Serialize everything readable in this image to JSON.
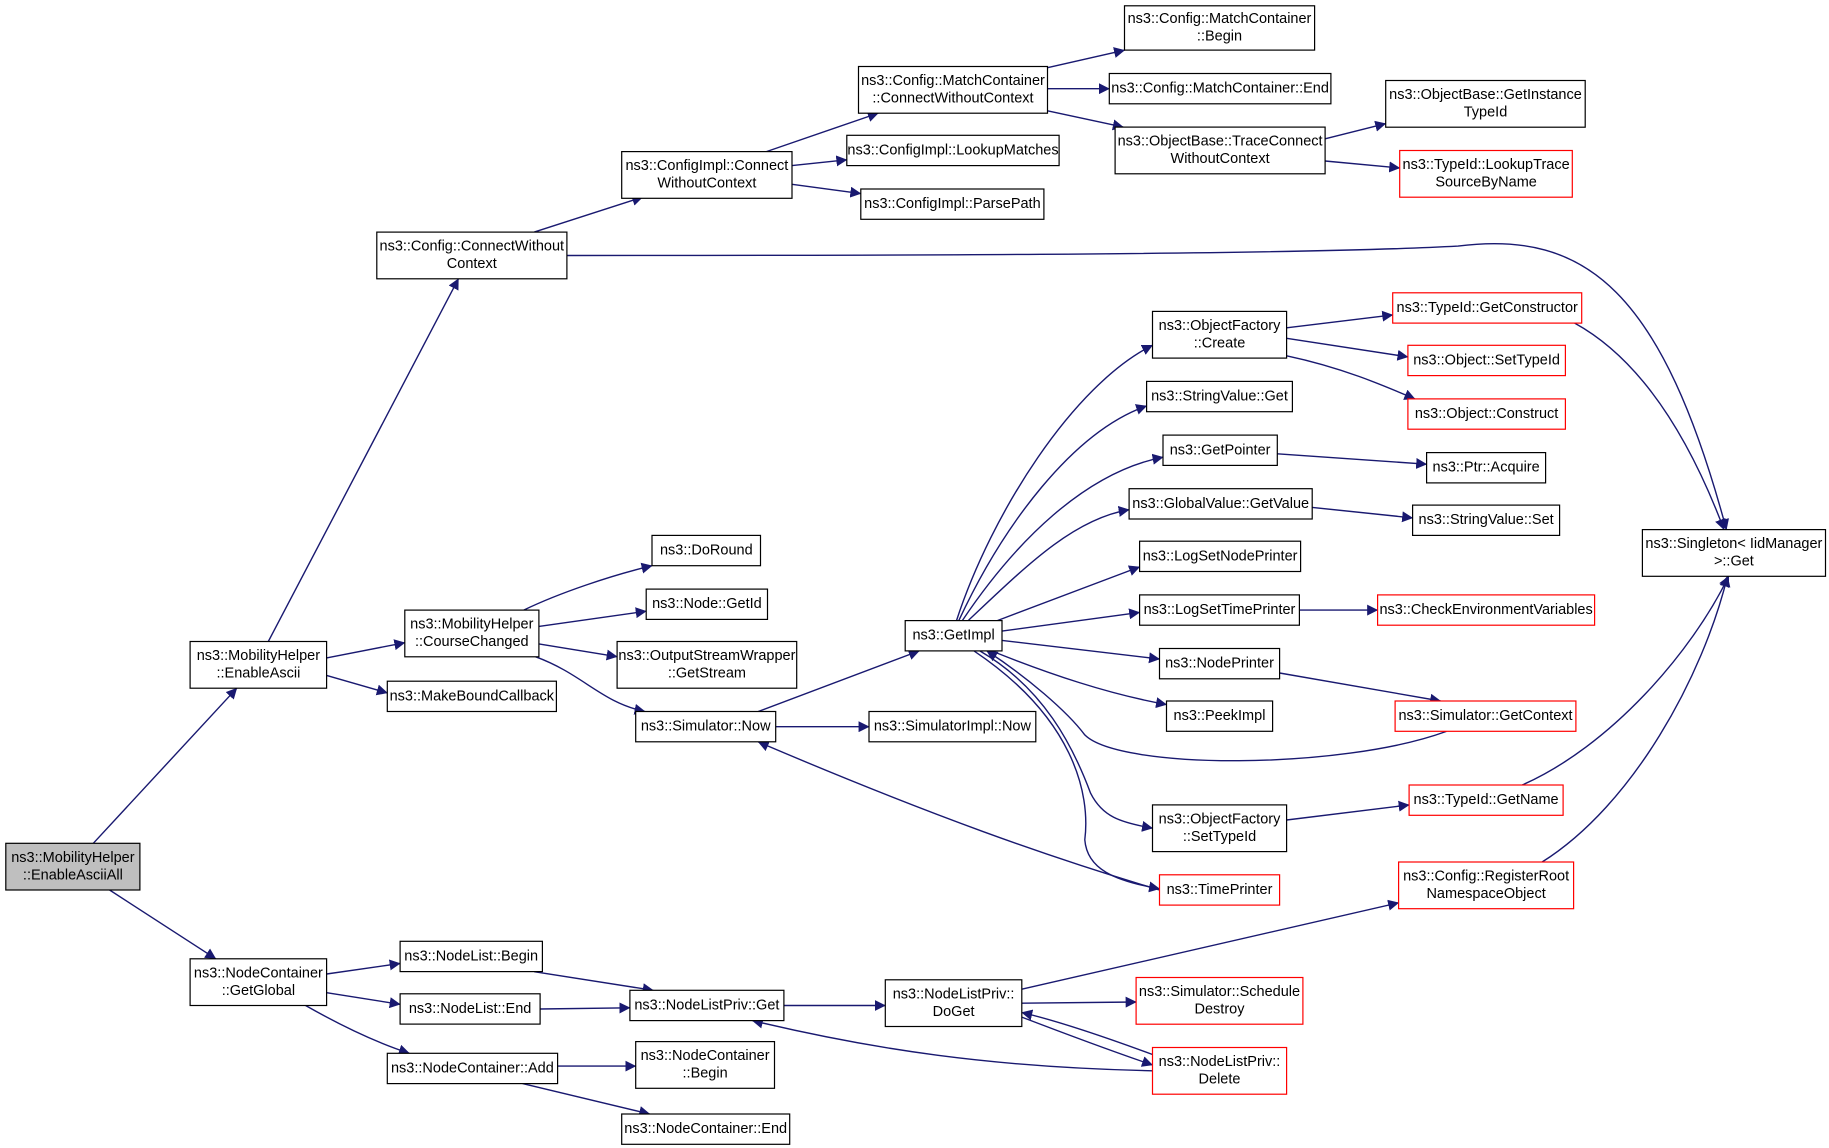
{
  "colors": {
    "edge": "#191970",
    "border_default": "#000000",
    "border_truncated": "#ff0000",
    "root_fill": "#bfbfbf",
    "node_fill": "#ffffff"
  },
  "nodes": [
    {
      "id": "root",
      "lines": [
        "ns3::MobilityHelper",
        "::EnableAsciiAll"
      ],
      "style": "root"
    },
    {
      "id": "enableAscii",
      "lines": [
        "ns3::MobilityHelper",
        "::EnableAscii"
      ],
      "style": "normal"
    },
    {
      "id": "getGlobal",
      "lines": [
        "ns3::NodeContainer",
        "::GetGlobal"
      ],
      "style": "normal"
    },
    {
      "id": "configConnect",
      "lines": [
        "ns3::Config::ConnectWithout",
        "Context"
      ],
      "style": "normal"
    },
    {
      "id": "courseChanged",
      "lines": [
        "ns3::MobilityHelper",
        "::CourseChanged"
      ],
      "style": "normal"
    },
    {
      "id": "makeBound",
      "lines": [
        "ns3::MakeBoundCallback"
      ],
      "style": "normal"
    },
    {
      "id": "implConnect",
      "lines": [
        "ns3::ConfigImpl::Connect",
        "WithoutContext"
      ],
      "style": "normal"
    },
    {
      "id": "lookupMatches",
      "lines": [
        "ns3::ConfigImpl::LookupMatches"
      ],
      "style": "normal"
    },
    {
      "id": "parsePath",
      "lines": [
        "ns3::ConfigImpl::ParsePath"
      ],
      "style": "normal"
    },
    {
      "id": "mcConnect",
      "lines": [
        "ns3::Config::MatchContainer",
        "::ConnectWithoutContext"
      ],
      "style": "normal"
    },
    {
      "id": "mcBegin",
      "lines": [
        "ns3::Config::MatchContainer",
        "::Begin"
      ],
      "style": "normal"
    },
    {
      "id": "mcEnd",
      "lines": [
        "ns3::Config::MatchContainer::End"
      ],
      "style": "normal"
    },
    {
      "id": "traceConnect",
      "lines": [
        "ns3::ObjectBase::TraceConnect",
        "WithoutContext"
      ],
      "style": "normal"
    },
    {
      "id": "getInstance",
      "lines": [
        "ns3::ObjectBase::GetInstance",
        "TypeId"
      ],
      "style": "normal"
    },
    {
      "id": "lookupTrace",
      "lines": [
        "ns3::TypeId::LookupTrace",
        "SourceByName"
      ],
      "style": "truncated"
    },
    {
      "id": "singleton",
      "lines": [
        "ns3::Singleton< IidManager",
        ">::Get"
      ],
      "style": "normal"
    },
    {
      "id": "doRound",
      "lines": [
        "ns3::DoRound"
      ],
      "style": "normal"
    },
    {
      "id": "nodeGetId",
      "lines": [
        "ns3::Node::GetId"
      ],
      "style": "normal"
    },
    {
      "id": "getStream",
      "lines": [
        "ns3::OutputStreamWrapper",
        "::GetStream"
      ],
      "style": "normal"
    },
    {
      "id": "simNow",
      "lines": [
        "ns3::Simulator::Now"
      ],
      "style": "normal"
    },
    {
      "id": "simImplNow",
      "lines": [
        "ns3::SimulatorImpl::Now"
      ],
      "style": "normal"
    },
    {
      "id": "getImpl",
      "lines": [
        "ns3::GetImpl"
      ],
      "style": "normal"
    },
    {
      "id": "ofCreate",
      "lines": [
        "ns3::ObjectFactory",
        "::Create"
      ],
      "style": "normal"
    },
    {
      "id": "svGet",
      "lines": [
        "ns3::StringValue::Get"
      ],
      "style": "normal"
    },
    {
      "id": "getPointer",
      "lines": [
        "ns3::GetPointer"
      ],
      "style": "normal"
    },
    {
      "id": "gvGetValue",
      "lines": [
        "ns3::GlobalValue::GetValue"
      ],
      "style": "normal"
    },
    {
      "id": "logSetNode",
      "lines": [
        "ns3::LogSetNodePrinter"
      ],
      "style": "normal"
    },
    {
      "id": "logSetTime",
      "lines": [
        "ns3::LogSetTimePrinter"
      ],
      "style": "normal"
    },
    {
      "id": "nodePrinter",
      "lines": [
        "ns3::NodePrinter"
      ],
      "style": "normal"
    },
    {
      "id": "peekImpl",
      "lines": [
        "ns3::PeekImpl"
      ],
      "style": "normal"
    },
    {
      "id": "ofSetTypeId",
      "lines": [
        "ns3::ObjectFactory",
        "::SetTypeId"
      ],
      "style": "normal"
    },
    {
      "id": "timePrinter",
      "lines": [
        "ns3::TimePrinter"
      ],
      "style": "truncated"
    },
    {
      "id": "getConstructor",
      "lines": [
        "ns3::TypeId::GetConstructor"
      ],
      "style": "truncated"
    },
    {
      "id": "objSetTypeId",
      "lines": [
        "ns3::Object::SetTypeId"
      ],
      "style": "truncated"
    },
    {
      "id": "objConstruct",
      "lines": [
        "ns3::Object::Construct"
      ],
      "style": "truncated"
    },
    {
      "id": "ptrAcquire",
      "lines": [
        "ns3::Ptr::Acquire"
      ],
      "style": "normal"
    },
    {
      "id": "svSet",
      "lines": [
        "ns3::StringValue::Set"
      ],
      "style": "normal"
    },
    {
      "id": "checkEnv",
      "lines": [
        "ns3::CheckEnvironmentVariables"
      ],
      "style": "truncated"
    },
    {
      "id": "simGetContext",
      "lines": [
        "ns3::Simulator::GetContext"
      ],
      "style": "truncated"
    },
    {
      "id": "typeGetName",
      "lines": [
        "ns3::TypeId::GetName"
      ],
      "style": "truncated"
    },
    {
      "id": "regRoot",
      "lines": [
        "ns3::Config::RegisterRoot",
        "NamespaceObject"
      ],
      "style": "truncated"
    },
    {
      "id": "nlBegin",
      "lines": [
        "ns3::NodeList::Begin"
      ],
      "style": "normal"
    },
    {
      "id": "nlEnd",
      "lines": [
        "ns3::NodeList::End"
      ],
      "style": "normal"
    },
    {
      "id": "ncAdd",
      "lines": [
        "ns3::NodeContainer::Add"
      ],
      "style": "normal"
    },
    {
      "id": "nlpGet",
      "lines": [
        "ns3::NodeListPriv::Get"
      ],
      "style": "normal"
    },
    {
      "id": "nlpDoGet",
      "lines": [
        "ns3::NodeListPriv::",
        "DoGet"
      ],
      "style": "normal"
    },
    {
      "id": "simSchedDestroy",
      "lines": [
        "ns3::Simulator::Schedule",
        "Destroy"
      ],
      "style": "truncated"
    },
    {
      "id": "nlpDelete",
      "lines": [
        "ns3::NodeListPriv::",
        "Delete"
      ],
      "style": "truncated"
    },
    {
      "id": "ncBegin",
      "lines": [
        "ns3::NodeContainer",
        "::Begin"
      ],
      "style": "normal"
    },
    {
      "id": "ncEnd",
      "lines": [
        "ns3::NodeContainer::End"
      ],
      "style": "normal"
    }
  ],
  "edges": [
    {
      "from": "root",
      "to": "enableAscii"
    },
    {
      "from": "root",
      "to": "getGlobal"
    },
    {
      "from": "enableAscii",
      "to": "configConnect"
    },
    {
      "from": "enableAscii",
      "to": "courseChanged"
    },
    {
      "from": "enableAscii",
      "to": "makeBound"
    },
    {
      "from": "configConnect",
      "to": "implConnect"
    },
    {
      "from": "configConnect",
      "to": "singleton"
    },
    {
      "from": "implConnect",
      "to": "mcConnect"
    },
    {
      "from": "implConnect",
      "to": "lookupMatches"
    },
    {
      "from": "implConnect",
      "to": "parsePath"
    },
    {
      "from": "mcConnect",
      "to": "mcBegin"
    },
    {
      "from": "mcConnect",
      "to": "mcEnd"
    },
    {
      "from": "mcConnect",
      "to": "traceConnect"
    },
    {
      "from": "traceConnect",
      "to": "getInstance"
    },
    {
      "from": "traceConnect",
      "to": "lookupTrace"
    },
    {
      "from": "courseChanged",
      "to": "doRound"
    },
    {
      "from": "courseChanged",
      "to": "nodeGetId"
    },
    {
      "from": "courseChanged",
      "to": "getStream"
    },
    {
      "from": "courseChanged",
      "to": "simNow"
    },
    {
      "from": "simNow",
      "to": "getImpl"
    },
    {
      "from": "simNow",
      "to": "simImplNow"
    },
    {
      "from": "getImpl",
      "to": "ofCreate"
    },
    {
      "from": "getImpl",
      "to": "svGet"
    },
    {
      "from": "getImpl",
      "to": "getPointer"
    },
    {
      "from": "getImpl",
      "to": "gvGetValue"
    },
    {
      "from": "getImpl",
      "to": "logSetNode"
    },
    {
      "from": "getImpl",
      "to": "logSetTime"
    },
    {
      "from": "getImpl",
      "to": "nodePrinter"
    },
    {
      "from": "getImpl",
      "to": "peekImpl"
    },
    {
      "from": "getImpl",
      "to": "ofSetTypeId"
    },
    {
      "from": "getImpl",
      "to": "timePrinter"
    },
    {
      "from": "ofCreate",
      "to": "getConstructor"
    },
    {
      "from": "ofCreate",
      "to": "objSetTypeId"
    },
    {
      "from": "ofCreate",
      "to": "objConstruct"
    },
    {
      "from": "getConstructor",
      "to": "singleton"
    },
    {
      "from": "getPointer",
      "to": "ptrAcquire"
    },
    {
      "from": "gvGetValue",
      "to": "svSet"
    },
    {
      "from": "logSetTime",
      "to": "checkEnv"
    },
    {
      "from": "nodePrinter",
      "to": "simGetContext"
    },
    {
      "from": "simGetContext",
      "to": "getImpl"
    },
    {
      "from": "ofSetTypeId",
      "to": "typeGetName"
    },
    {
      "from": "typeGetName",
      "to": "singleton"
    },
    {
      "from": "timePrinter",
      "to": "simNow"
    },
    {
      "from": "getGlobal",
      "to": "nlBegin"
    },
    {
      "from": "getGlobal",
      "to": "nlEnd"
    },
    {
      "from": "getGlobal",
      "to": "ncAdd"
    },
    {
      "from": "nlBegin",
      "to": "nlpGet"
    },
    {
      "from": "nlEnd",
      "to": "nlpGet"
    },
    {
      "from": "nlpGet",
      "to": "nlpDoGet"
    },
    {
      "from": "nlpDoGet",
      "to": "regRoot"
    },
    {
      "from": "nlpDoGet",
      "to": "simSchedDestroy"
    },
    {
      "from": "nlpDoGet",
      "to": "nlpDelete"
    },
    {
      "from": "nlpDelete",
      "to": "nlpDoGet"
    },
    {
      "from": "nlpDelete",
      "to": "nlpGet"
    },
    {
      "from": "regRoot",
      "to": "singleton"
    },
    {
      "from": "ncAdd",
      "to": "ncBegin"
    },
    {
      "from": "ncAdd",
      "to": "ncEnd"
    }
  ]
}
